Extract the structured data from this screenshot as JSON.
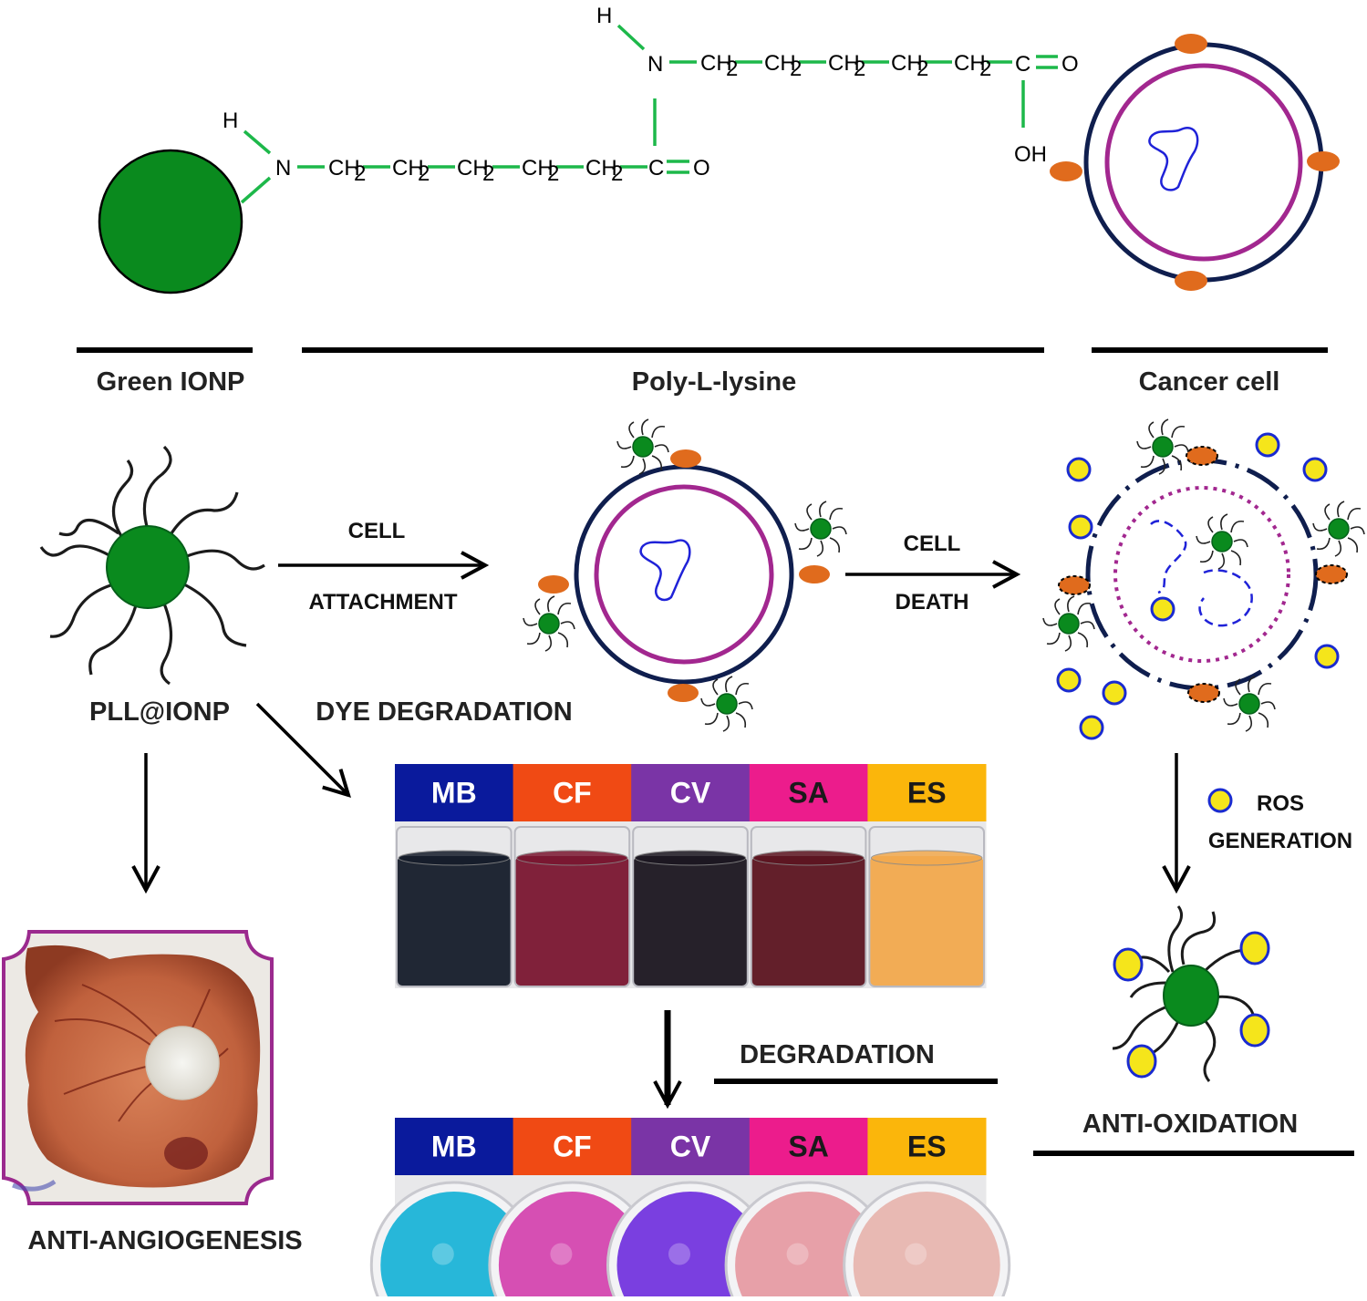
{
  "colors": {
    "nanoparticle_green": "#0a8a1e",
    "bond_green": "#1db84a",
    "cell_outer": "#0f1e4e",
    "cell_inner": "#a2278f",
    "nucleus": "#1f22d8",
    "receptor": "#e06b1d",
    "ros_fill": "#f5e51b",
    "ros_ring": "#1a2bd0",
    "angio_frame": "#9b2a8e"
  },
  "chemistry": {
    "h_label": "H",
    "n_label": "N",
    "ch2_label": "CH",
    "ch2_sub": "2",
    "c_label": "C",
    "o_label": "O",
    "oh_label": "OH"
  },
  "captions": {
    "green_ionp": "Green IONP",
    "poly_l_lysine": "Poly-L-lysine",
    "cancer_cell": "Cancer cell"
  },
  "labels": {
    "cell_attachment_line1": "CELL",
    "cell_attachment_line2": "ATTACHMENT",
    "cell_death_line1": "CELL",
    "cell_death_line2": "DEATH",
    "pll_ionp": "PLL@IONP",
    "dye_degradation": "DYE DEGRADATION",
    "ros_line1": "ROS",
    "ros_line2": "GENERATION",
    "degradation": "DEGRADATION",
    "anti_oxidation": "ANTI-OXIDATION",
    "anti_angiogenesis": "ANTI-ANGIOGENESIS"
  },
  "dyes": [
    {
      "label": "MB",
      "bg": "#0a1a9c",
      "fg": "#ffffff",
      "before": "#151c2a",
      "after": "#27b7d9"
    },
    {
      "label": "CF",
      "bg": "#f04a14",
      "fg": "#ffffff",
      "before": "#7a1630",
      "after": "#d64fb3"
    },
    {
      "label": "CV",
      "bg": "#7a34a6",
      "fg": "#ffffff",
      "before": "#1b1620",
      "after": "#7a3fe0"
    },
    {
      "label": "SA",
      "bg": "#ec1c8c",
      "fg": "#1a1a1a",
      "before": "#5c1420",
      "after": "#e7a0a8"
    },
    {
      "label": "ES",
      "bg": "#fbb60b",
      "fg": "#1a1a1a",
      "before": "#f2a94d",
      "after": "#e8b9b3"
    }
  ]
}
